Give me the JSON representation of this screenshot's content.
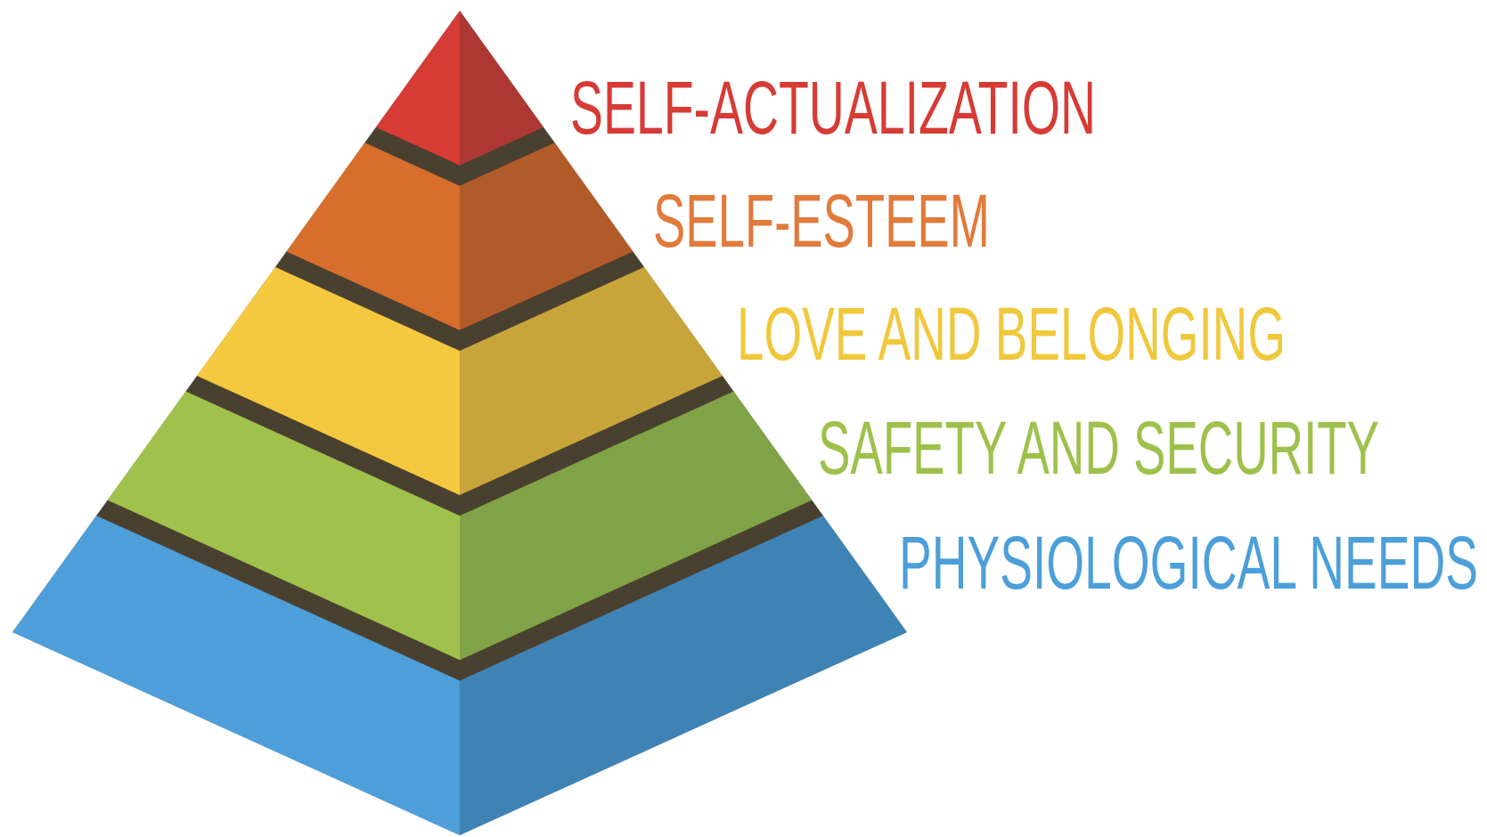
{
  "diagram": {
    "levels": [
      {
        "label": "SELF-ACTUALIZATION",
        "color": "#d63b35",
        "color_left": "#d63b35",
        "color_right": "#ad3733"
      },
      {
        "label": "SELF-ESTEEM",
        "color": "#e17a3a",
        "color_left": "#d86e2b",
        "color_right": "#b25b2a"
      },
      {
        "label": "LOVE AND BELONGING",
        "color": "#f0c83c",
        "color_left": "#f4c93f",
        "color_right": "#c8a53a"
      },
      {
        "label": "SAFETY AND SECURITY",
        "color": "#9dc14a",
        "color_left": "#a0c24d",
        "color_right": "#80a347"
      },
      {
        "label": "PHYSIOLOGICAL NEEDS",
        "color": "#4c9fd9",
        "color_left": "#4e9fd9",
        "color_right": "#3f83b5"
      }
    ],
    "separator_color": "#4a4030"
  }
}
